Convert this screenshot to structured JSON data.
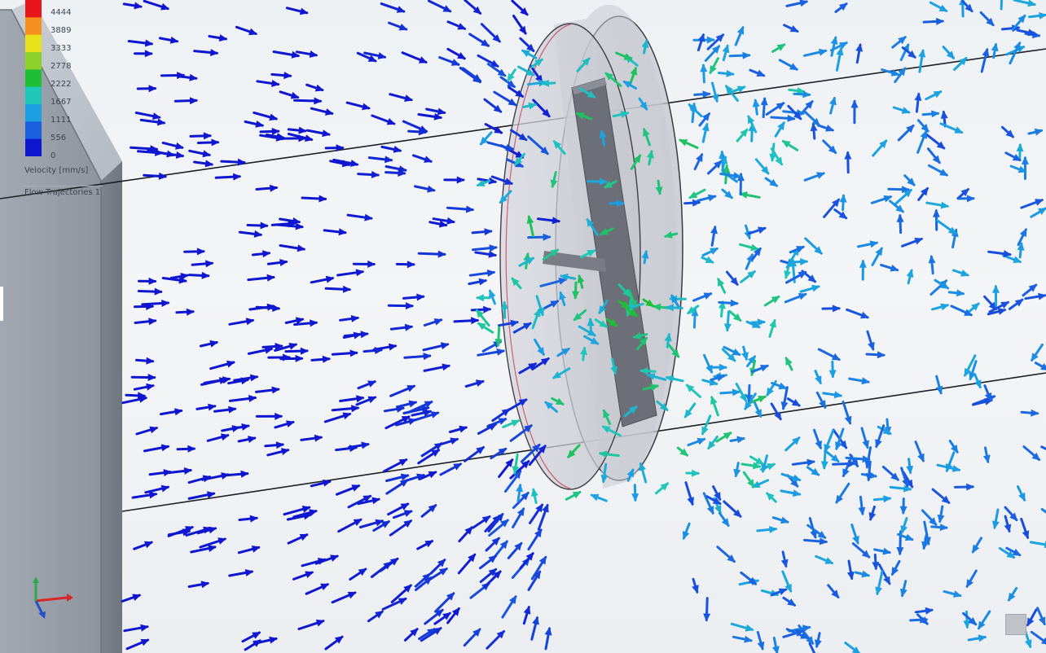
{
  "legend": {
    "ticks": [
      "4444",
      "3889",
      "3333",
      "2778",
      "2222",
      "1667",
      "1111",
      "556",
      "0"
    ],
    "quantity_label": "Velocity [mm/s]",
    "plot_label": "Flow Trajectories 1",
    "colors": [
      "#e8151b",
      "#f7901e",
      "#e8e21a",
      "#8ed12b",
      "#1fbf35",
      "#20c8b9",
      "#1c9fe3",
      "#1a5fe0",
      "#0f16d0"
    ]
  },
  "scene": {
    "background": "#f1f3f5",
    "body_color": "#9aa1ab",
    "disk_color": "#c9c9d1",
    "blade_color": "#6e7079"
  },
  "triad": {
    "axes": [
      "x-axis",
      "y-axis",
      "z-axis"
    ],
    "colors": [
      "#d62828",
      "#2aa84a",
      "#2251c9"
    ]
  }
}
